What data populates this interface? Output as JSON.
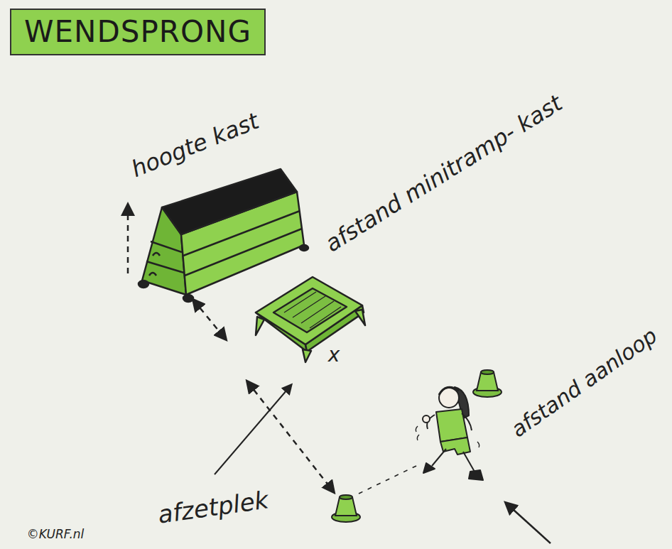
{
  "diagram": {
    "title": "WENDSPRONG",
    "labels": [
      "hoogte kast",
      "afstand minitramp- kast",
      "afstand aanloop",
      "afzetplek",
      "x",
      "©KURF.nl"
    ]
  }
}
